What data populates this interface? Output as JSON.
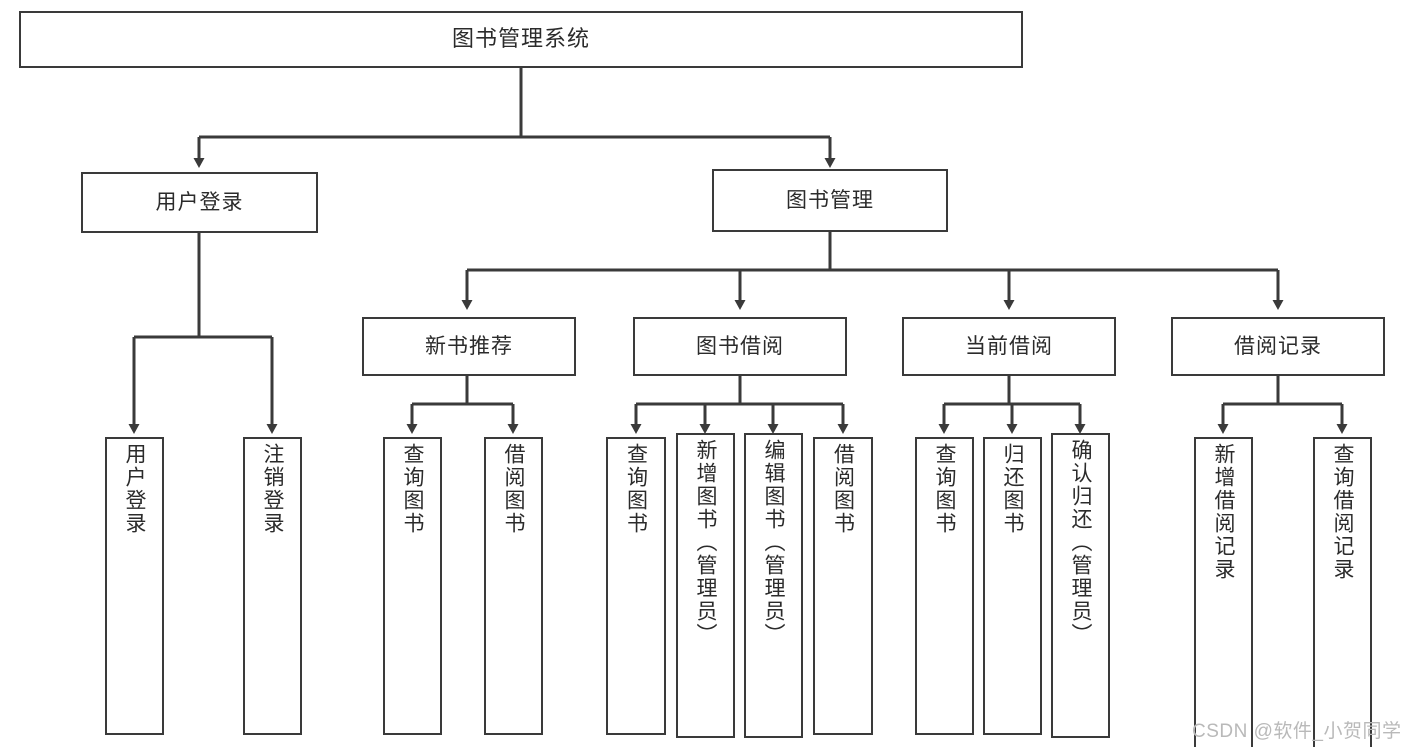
{
  "diagram": {
    "title": "图书管理系统",
    "watermark": "CSDN @软件_小贺同学",
    "colors": {
      "stroke": "#3a3a3a",
      "text": "#2b2b2b",
      "background": "#ffffff",
      "watermark": "#b9b9b9"
    },
    "nodes": {
      "root": "图书管理系统",
      "level1": [
        {
          "label": "用户登录"
        },
        {
          "label": "图书管理"
        }
      ],
      "level2": [
        {
          "label": "新书推荐"
        },
        {
          "label": "图书借阅"
        },
        {
          "label": "当前借阅"
        },
        {
          "label": "借阅记录"
        }
      ],
      "leaves_user_login": [
        {
          "label": "用户登录"
        },
        {
          "label": "注销登录"
        }
      ],
      "leaves_new_book": [
        {
          "label": "查询图书"
        },
        {
          "label": "借阅图书"
        }
      ],
      "leaves_borrow": [
        {
          "label": "查询图书"
        },
        {
          "label": "新增图书（管理员）"
        },
        {
          "label": "编辑图书（管理员）"
        },
        {
          "label": "借阅图书"
        }
      ],
      "leaves_current": [
        {
          "label": "查询图书"
        },
        {
          "label": "归还图书"
        },
        {
          "label": "确认归还（管理员）"
        }
      ],
      "leaves_record": [
        {
          "label": "新增借阅记录"
        },
        {
          "label": "查询借阅记录"
        }
      ]
    }
  }
}
